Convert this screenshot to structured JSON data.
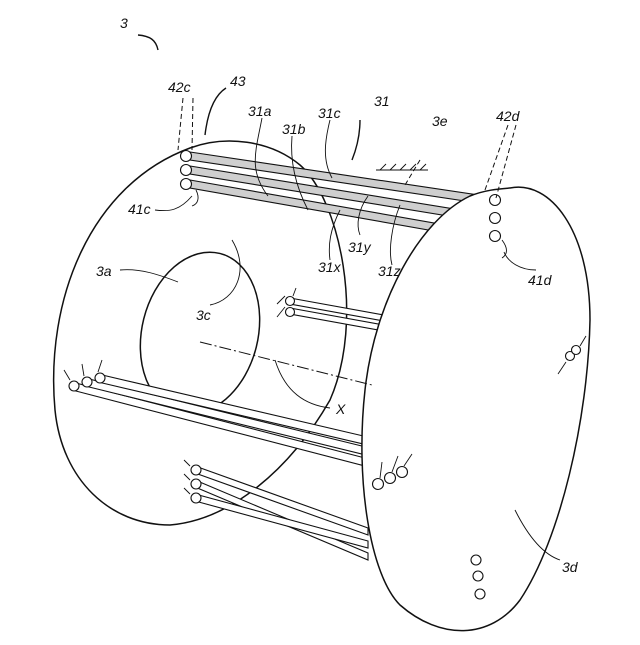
{
  "figure": {
    "labels": {
      "assembly": "3",
      "group43": "43",
      "l42c": "42c",
      "l42d": "42d",
      "l31": "31",
      "l31a": "31a",
      "l31b": "31b",
      "l31c": "31c",
      "l3e": "3e",
      "l41c": "41c",
      "l41d": "41d",
      "l31x": "31x",
      "l31y": "31y",
      "l31z": "31z",
      "l3a": "3a",
      "l3c": "3c",
      "axis": "X",
      "l3d": "3d"
    },
    "colors": {
      "line": "#111111",
      "hatch": "#cfcfcf",
      "background": "#ffffff"
    }
  }
}
